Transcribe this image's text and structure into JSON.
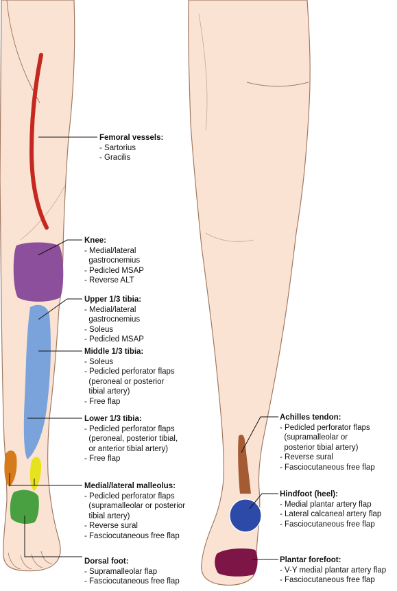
{
  "colors": {
    "skin": "#fbe3d3",
    "outline": "#a07a63",
    "femoral_vessel": "#c4281f",
    "knee": "#8c4f9c",
    "upper_tibia": "#7aa3dc",
    "lateral_malleolus": "#d67b1c",
    "medial_malleolus": "#e6e21c",
    "dorsal_foot": "#49a040",
    "achilles": "#a45a33",
    "hindfoot": "#2d4aa8",
    "forefoot": "#7d1547",
    "leader_line": "#111111"
  },
  "labels": [
    {
      "id": "femoral",
      "title": "Femoral vessels:",
      "items": [
        "- Sartorius",
        "- Gracilis"
      ]
    },
    {
      "id": "knee",
      "title": "Knee:",
      "items": [
        "- Medial/lateral",
        "  gastrocnemius",
        "- Pedicled MSAP",
        "- Reverse ALT"
      ]
    },
    {
      "id": "upper-tibia",
      "title": "Upper 1/3 tibia:",
      "items": [
        "- Medial/lateral",
        "  gastrocnemius",
        "- Soleus",
        "- Pedicled MSAP"
      ]
    },
    {
      "id": "middle-tibia",
      "title": "Middle 1/3 tibia:",
      "items": [
        "- Soleus",
        "- Pedicled perforator flaps",
        "  (peroneal or posterior",
        "  tibial artery)",
        "- Free flap"
      ]
    },
    {
      "id": "lower-tibia",
      "title": "Lower 1/3 tibia:",
      "items": [
        "- Pedicled perforator flaps",
        "  (peroneal, posterior tibial,",
        "  or anterior tibial artery)",
        "- Free flap"
      ]
    },
    {
      "id": "malleolus",
      "title": "Medial/lateral malleolus:",
      "items": [
        "- Pedicled perforator flaps",
        "  (supramalleolar or posterior",
        "  tibial artery)",
        "- Reverse sural",
        "- Fasciocutaneous free flap"
      ]
    },
    {
      "id": "dorsal-foot",
      "title": "Dorsal foot:",
      "items": [
        "- Supramalleolar flap",
        "- Fasciocutaneous free flap"
      ]
    },
    {
      "id": "achilles",
      "title": "Achilles tendon:",
      "items": [
        "- Pedicled perforator flaps",
        "  (supramalleolar or",
        "  posterior tibial artery)",
        "- Reverse sural",
        "- Fasciocutaneous free flap"
      ]
    },
    {
      "id": "hindfoot",
      "title": "Hindfoot (heel):",
      "items": [
        "- Medial plantar artery flap",
        "- Lateral calcaneal artery flap",
        "- Fasciocutaneous free flap"
      ]
    },
    {
      "id": "forefoot",
      "title": "Plantar forefoot:",
      "items": [
        "- V-Y medial plantar artery flap",
        "- Fasciocutaneous free flap"
      ]
    }
  ]
}
